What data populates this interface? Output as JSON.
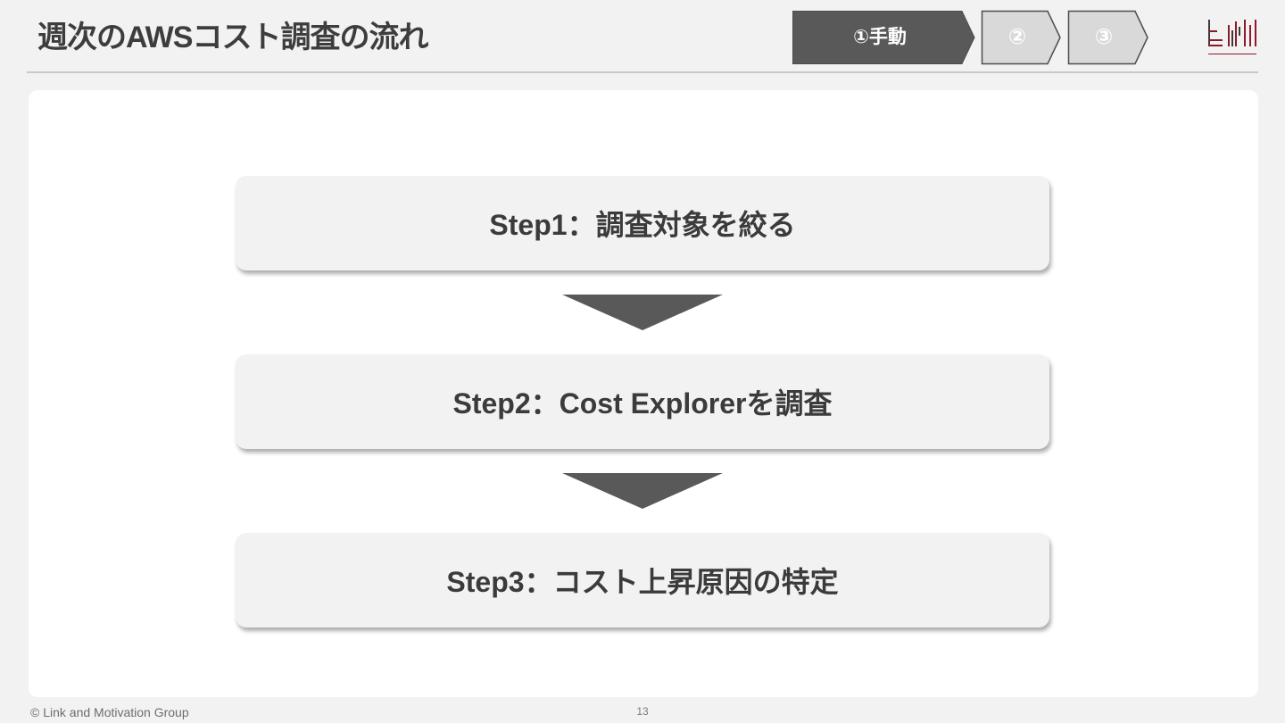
{
  "slide": {
    "title": "週次のAWSコスト調査の流れ"
  },
  "progress": {
    "steps": [
      {
        "label": "①手動",
        "state": "active"
      },
      {
        "label": "②",
        "state": "inactive"
      },
      {
        "label": "③",
        "state": "inactive"
      }
    ],
    "colors": {
      "active_fill": "#595959",
      "inactive_fill": "#d9d9d9",
      "outline": "#4d4d4d"
    }
  },
  "logo": {
    "icon": "link-and-motivation-logo",
    "colors": [
      "#8b1a2b",
      "#3a3a3a"
    ]
  },
  "flow": {
    "steps": [
      {
        "label": "Step1：調査対象を絞る"
      },
      {
        "label": "Step2：Cost Explorerを調査"
      },
      {
        "label": "Step3：コスト上昇原因の特定"
      }
    ],
    "arrow_icon": "down-triangle-icon",
    "arrow_color": "#595959"
  },
  "footer": {
    "copyright": "© Link and Motivation Group",
    "page_number": "13"
  }
}
